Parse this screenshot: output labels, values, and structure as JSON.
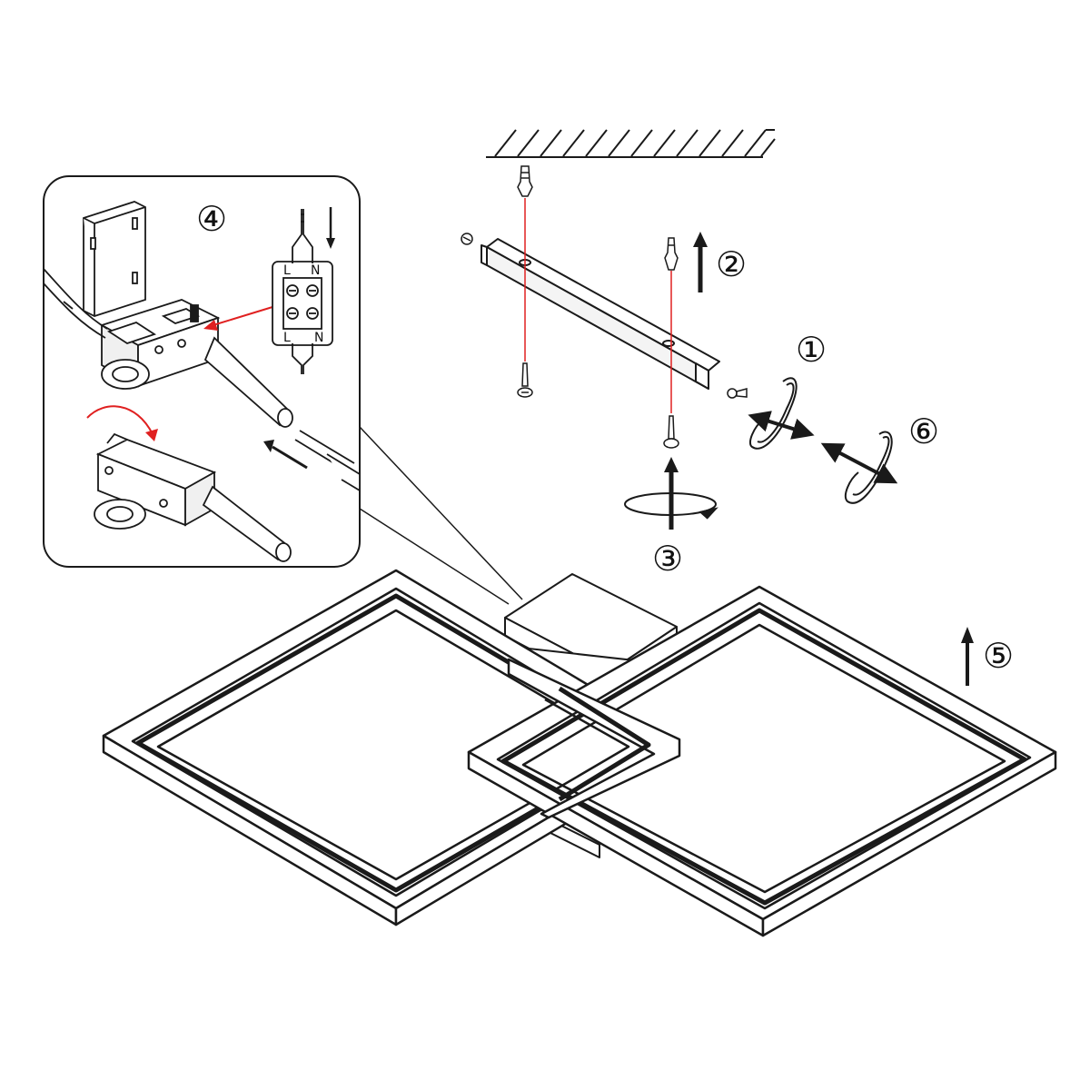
{
  "steps": {
    "step1": "①",
    "step2": "②",
    "step3": "③",
    "step4": "④",
    "step5": "⑤",
    "step6": "⑥"
  },
  "terminal_block": {
    "top_left": "L",
    "top_right": "N",
    "bottom_left": "L",
    "bottom_right": "N"
  },
  "colors": {
    "line": "#1a1a1a",
    "accent_red": "#e02020",
    "led_cyan": "#3a8f9a"
  },
  "icons": [
    "ceiling-hatch-icon",
    "screw-icon",
    "rotate-arrow-icon",
    "up-arrow-icon",
    "down-arrow-icon"
  ]
}
